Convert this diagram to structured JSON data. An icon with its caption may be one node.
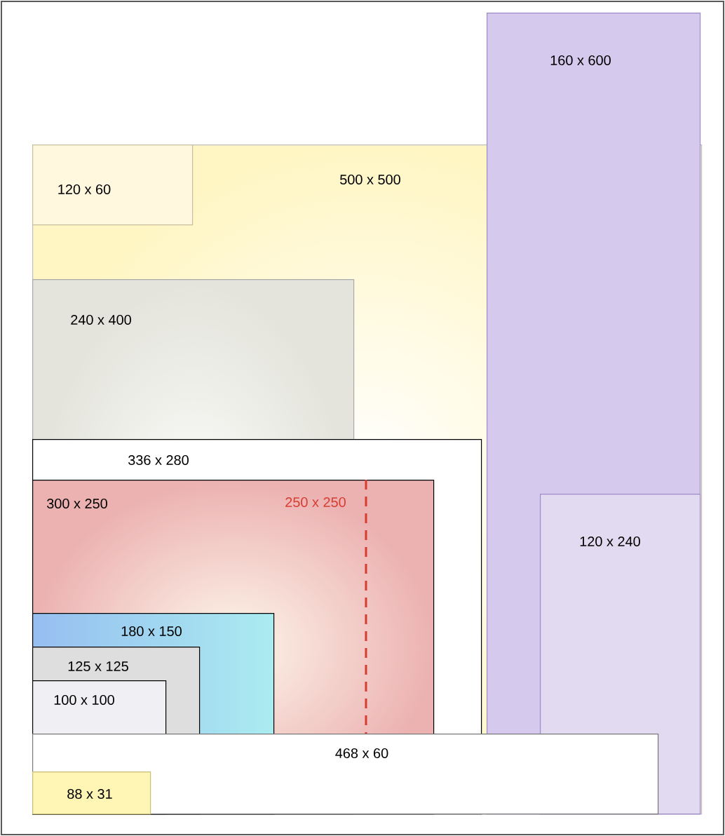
{
  "diagram": {
    "nodes": [
      {
        "text": [
          "500 x 500"
        ]
      },
      {
        "text": [
          "160 x 600"
        ]
      },
      {
        "text": [
          "120 x 60"
        ],
        "in": 0
      },
      {
        "text": [
          "240 x 400"
        ],
        "in": 0
      },
      {
        "text": [
          "336 x 280"
        ],
        "in": 0
      },
      {
        "text": [
          "300 x 250"
        ],
        "in": 4
      },
      {
        "text": [
          "250 x 250"
        ],
        "in": 5
      },
      {
        "text": [
          "120 x 240"
        ],
        "in": 1
      },
      {
        "text": [
          "180 x 150"
        ],
        "in": 5
      },
      {
        "text": [
          "125 x 125"
        ],
        "in": 8
      },
      {
        "text": [
          "100 x 100"
        ],
        "in": 9
      },
      {
        "text": [
          "468 x 60"
        ],
        "in": 0
      },
      {
        "text": [
          "88 x 31"
        ]
      }
    ]
  }
}
